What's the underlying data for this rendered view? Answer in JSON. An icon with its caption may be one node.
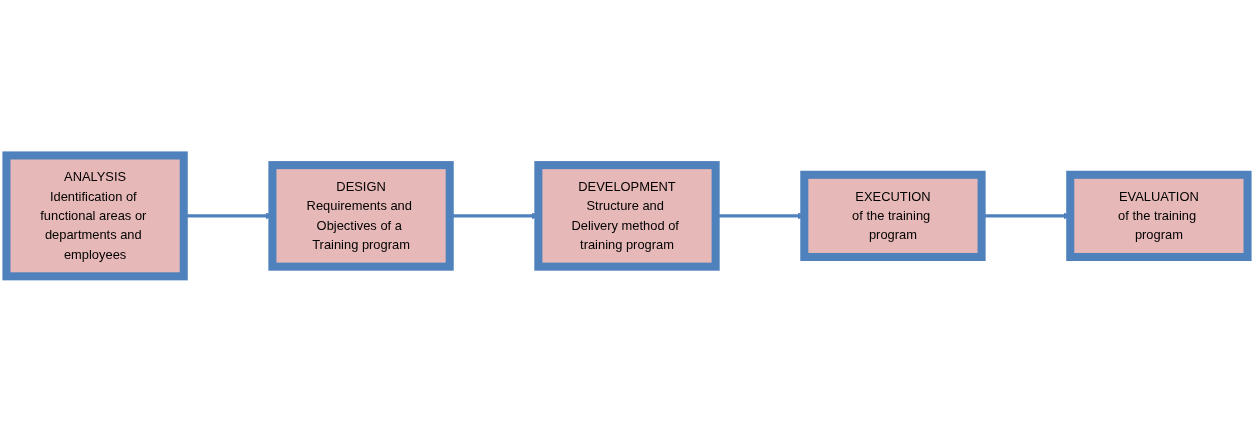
{
  "diagram": {
    "nodes": [
      {
        "text": [
          "ANALYSIS",
          "Identification of functional areas or departments and employees"
        ]
      },
      {
        "text": [
          "DESIGN",
          "Requirements and Objectives of a Training program"
        ]
      },
      {
        "text": [
          "DEVELOPMENT",
          "Structure and Delivery method of training program"
        ]
      },
      {
        "text": [
          "EXECUTION",
          "of the training program"
        ]
      },
      {
        "text": [
          "EVALUATION",
          "of the training program"
        ]
      }
    ],
    "edges": [
      {
        "from": 0,
        "to": 1,
        "arrow": "to"
      },
      {
        "from": 1,
        "to": 2,
        "arrow": "to"
      },
      {
        "from": 2,
        "to": 3,
        "arrow": "to"
      },
      {
        "from": 3,
        "to": 4,
        "arrow": "to"
      }
    ]
  }
}
